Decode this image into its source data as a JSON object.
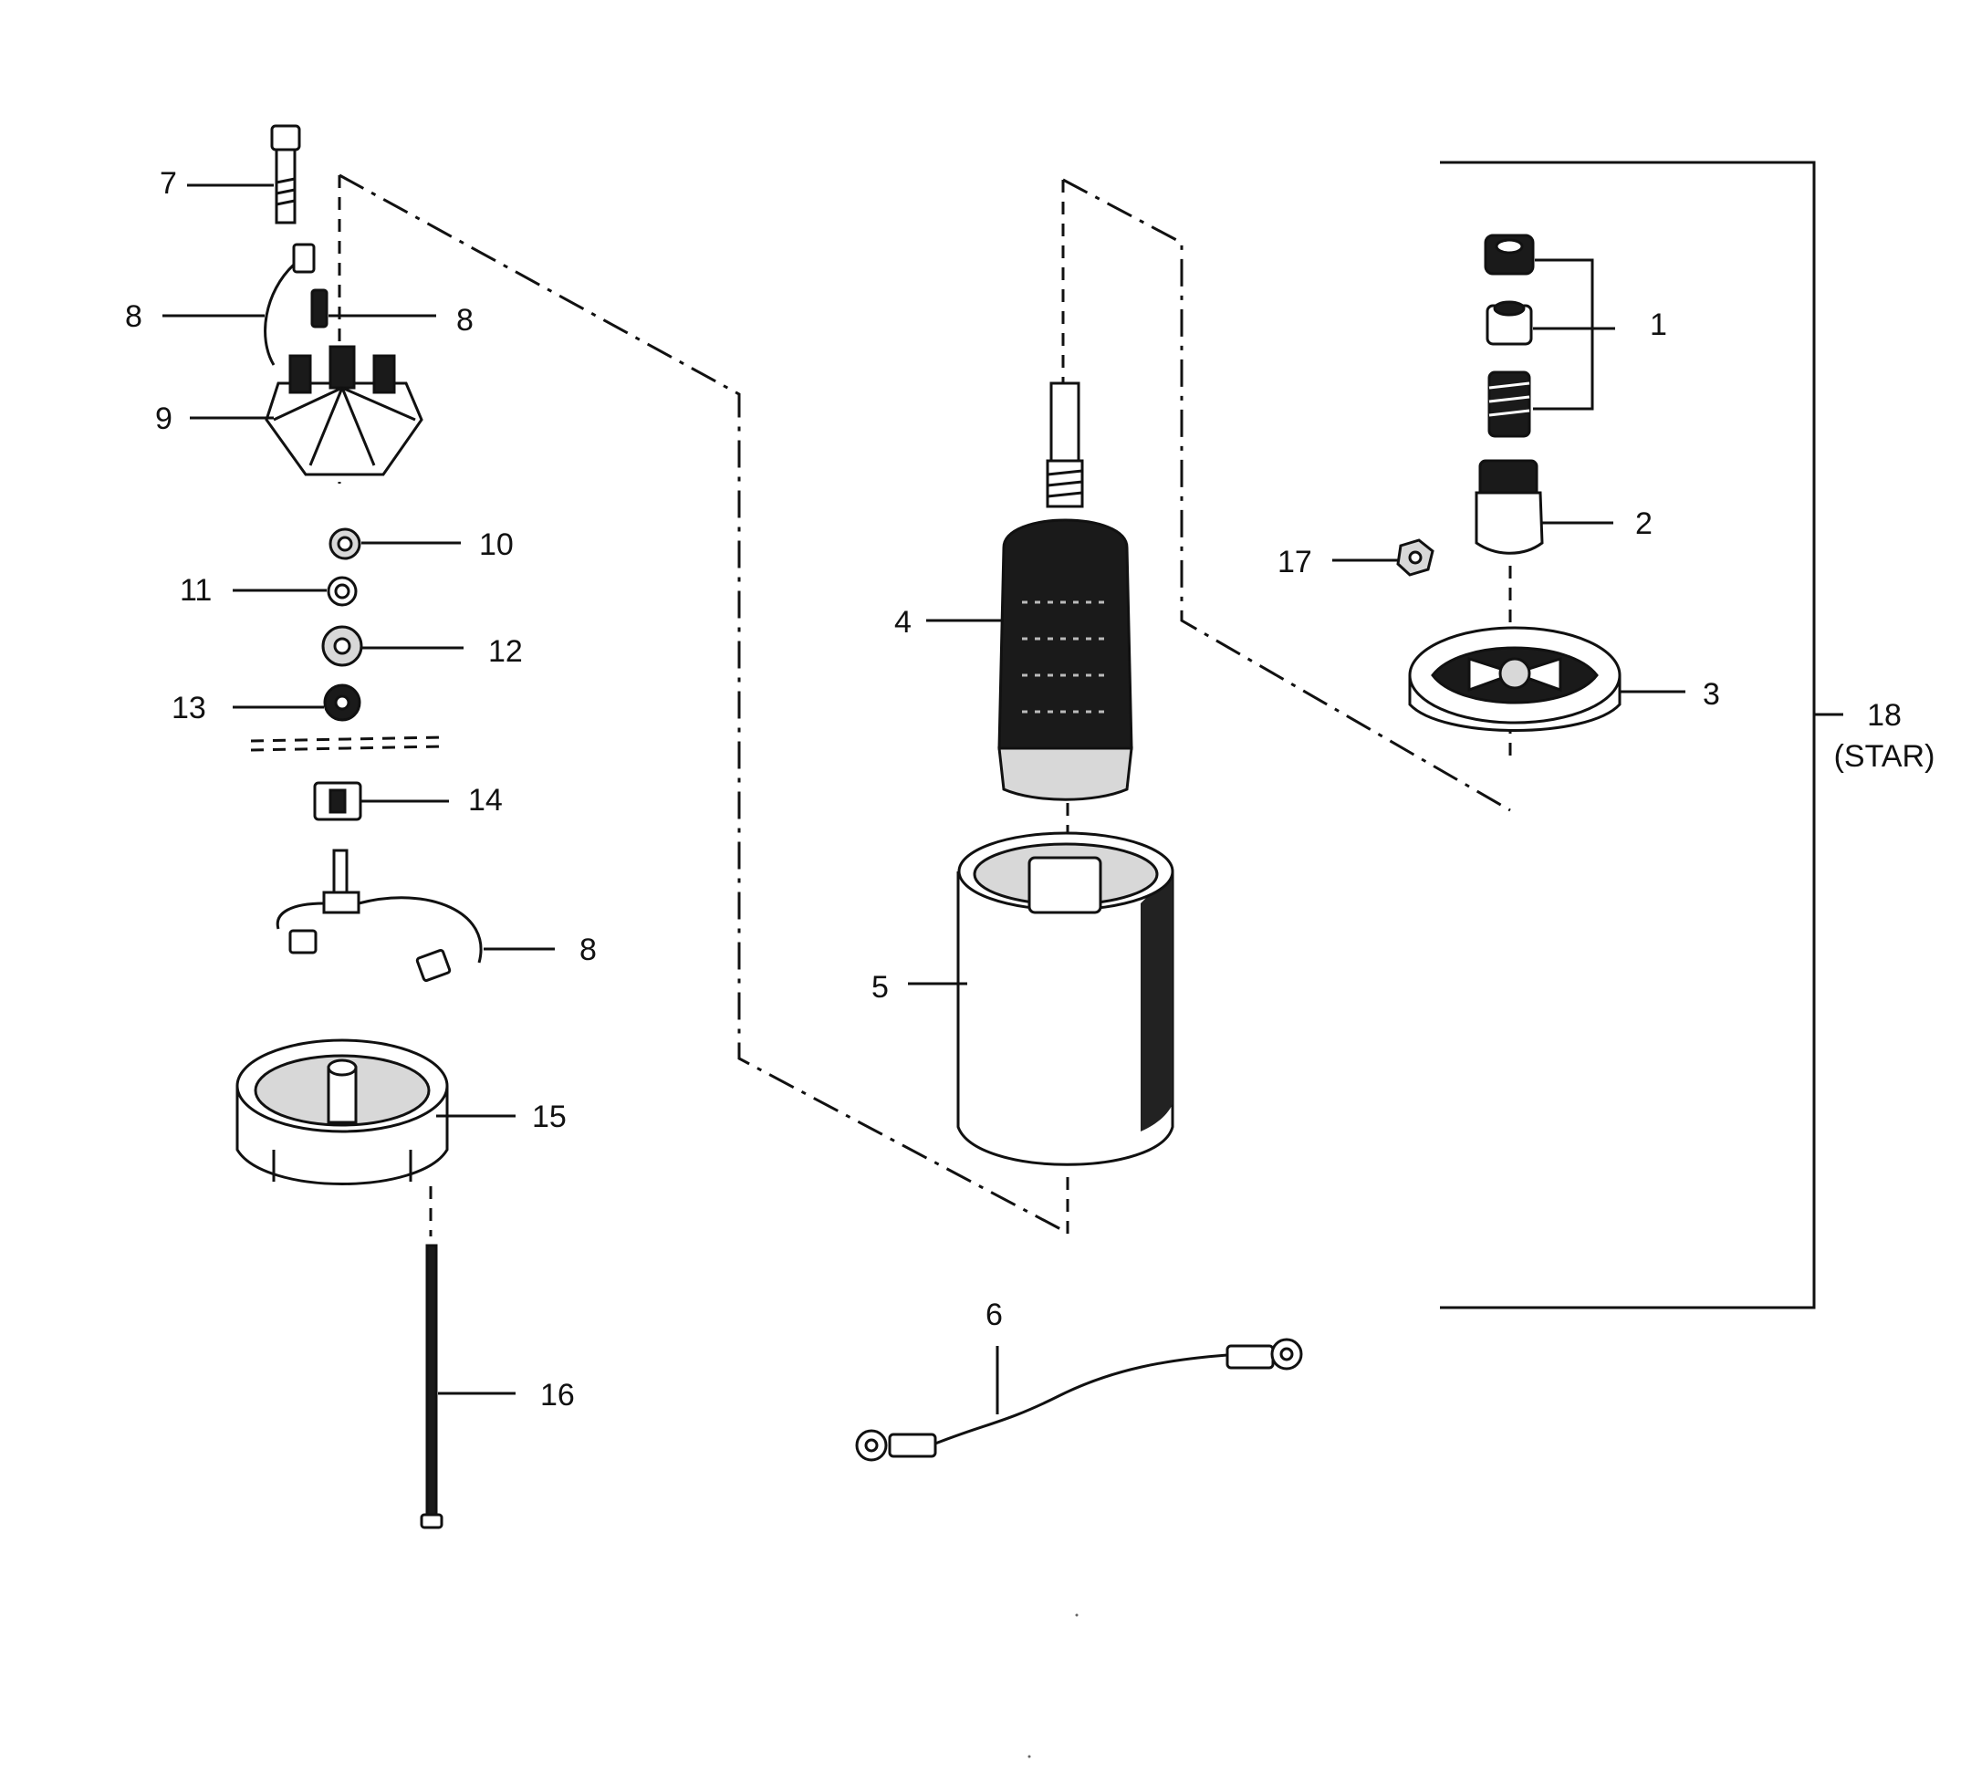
{
  "callouts": [
    {
      "id": "7",
      "label": "7"
    },
    {
      "id": "8a",
      "label": "8"
    },
    {
      "id": "8b",
      "label": "8"
    },
    {
      "id": "9",
      "label": "9"
    },
    {
      "id": "10",
      "label": "10"
    },
    {
      "id": "11",
      "label": "11"
    },
    {
      "id": "12",
      "label": "12"
    },
    {
      "id": "13",
      "label": "13"
    },
    {
      "id": "14",
      "label": "14"
    },
    {
      "id": "8c",
      "label": "8"
    },
    {
      "id": "15",
      "label": "15"
    },
    {
      "id": "16",
      "label": "16"
    },
    {
      "id": "4",
      "label": "4"
    },
    {
      "id": "5",
      "label": "5"
    },
    {
      "id": "6",
      "label": "6"
    },
    {
      "id": "1",
      "label": "1"
    },
    {
      "id": "2",
      "label": "2"
    },
    {
      "id": "17",
      "label": "17"
    },
    {
      "id": "3",
      "label": "3"
    },
    {
      "id": "18",
      "label": "18"
    }
  ],
  "group_label": "(STAR)"
}
